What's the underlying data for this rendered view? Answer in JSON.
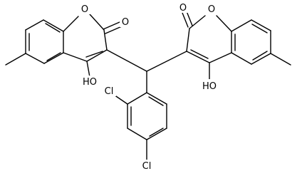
{
  "structure": {
    "atom_labels": {
      "o_ring_left": "O",
      "o_carbonyl_left": "O",
      "o_ring_right": "O",
      "o_carbonyl_right": "O",
      "oh_left": "HO",
      "oh_right": "HO",
      "cl_ortho": "Cl",
      "cl_para": "Cl"
    },
    "colors": {
      "bond": "#000000",
      "label": "#000000",
      "background": "#ffffff"
    }
  }
}
